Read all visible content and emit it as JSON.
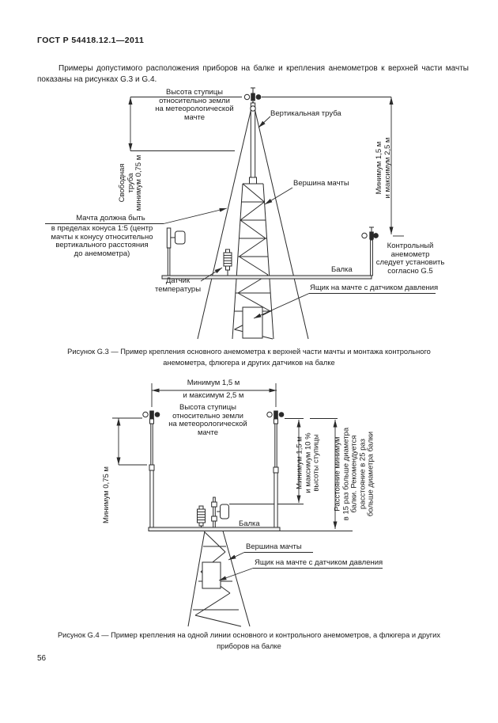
{
  "doc": {
    "number": "ГОСТ Р 54418.12.1—2011",
    "intro": "Примеры допустимого расположения приборов на балке и крепления анемометров к верхней части мачты показаны на рисунках G.3 и G.4.",
    "page_number": "56"
  },
  "fig3": {
    "hub_height": "Высота ступицы\nотносительно земли\nна метеорологической\nмачте",
    "vertical_tube": "Вертикальная труба",
    "mast_top": "Вершина мачты",
    "free_tube": "Свободная труба\nминимум 0,75 м",
    "dim_right": "Минимум 1,5 м\nи максимум 2,5 м",
    "cone_title": "Мачта должна быть",
    "cone_body": "в пределах конуса 1:5 (центр\nмачты к конусу относительно\nвертикального расстояния\nдо анемометра)",
    "temp_sensor": "Датчик\nтемпературы",
    "control_anemometer": "Контрольный\nанемометр\nследует установить\nсогласно G.5",
    "beam": "Балка",
    "box": "Ящик на мачте с датчиком давления",
    "caption": "Рисунок G.3 — Пример крепления основного анемометра к верхней части мачты и монтажа контрольного\nанемометра, флюгера и других датчиков на балке"
  },
  "fig4": {
    "dim_top_min": "Минимум 1,5 м",
    "dim_top_max": "и максимум 2,5 м",
    "hub_height": "Высота ступицы\nотносительно земли\nна метеорологической\nмачте",
    "min_075": "Минимум 0,75 м",
    "dim_hub_offset": "Минимум 1,5 м\nи максимум 10 %\nвысоты ступицы",
    "dim_beam_distance": "Расстояние минимум\nв 15 раз больше диаметра\nбалки. Рекомендуется\nрасстояние в 25 раз\nбольше диаметра балки",
    "beam": "Балка",
    "mast_top": "Вершина мачты",
    "box": "Ящик на мачте с датчиком давления",
    "caption": "Рисунок G.4 — Пример крепления на одной линии основного и контрольного анемометров, а флюгера и других\nприборов на балке"
  },
  "colors": {
    "ink": "#1a1a1a",
    "line": "#2a2a2a",
    "paper": "#ffffff"
  }
}
